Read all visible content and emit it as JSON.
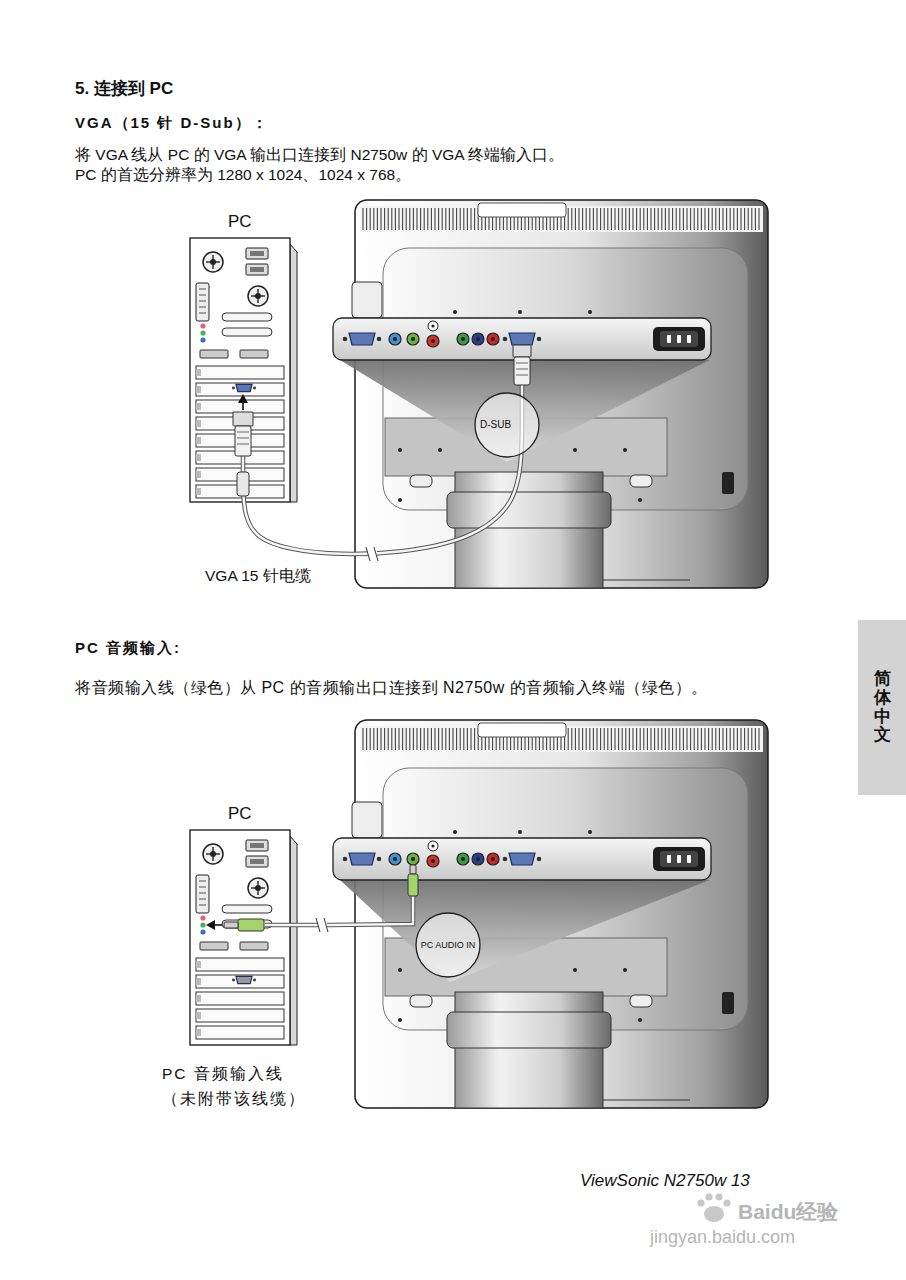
{
  "diagram": {
    "title": "5. 连接到 PC",
    "nodes": [
      {
        "text": [
          "PC"
        ]
      },
      {
        "text": [
          "D-SUB"
        ]
      },
      {
        "text": [
          "简体中文"
        ]
      },
      {
        "text": [
          "PC"
        ]
      },
      {
        "text": [
          "PC AUDIO IN"
        ]
      }
    ],
    "labels": [
      "VGA（15 针 D-Sub）：",
      "将 VGA 线从 PC 的 VGA 输出口连接到 N2750w 的 VGA 终端输入口。",
      "PC 的首选分辨率为 1280 x 1024、1024 x 768。",
      "VGA 15 针电缆",
      "PC 音频输入:",
      "将音频输入线（绿色）从 PC 的音频输出口连接到 N2750w 的音频输入终端（绿色）。",
      "PC 音频输入线 （未附带该线缆）",
      "ViewSonic N2750w 13",
      "Baidu经验",
      "jingyan.baidu.com"
    ]
  }
}
